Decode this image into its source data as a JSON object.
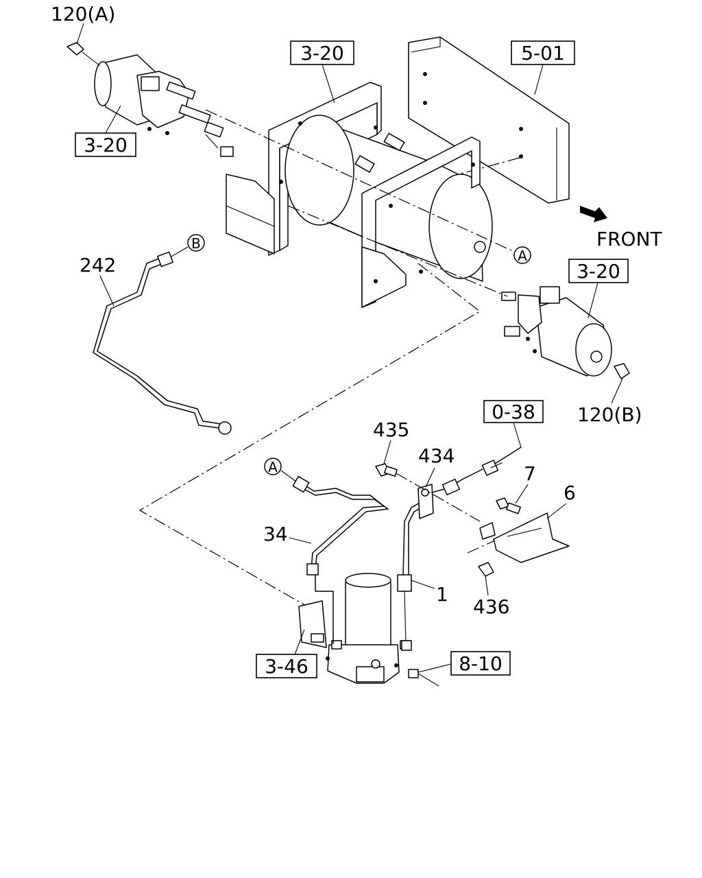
{
  "front_label": "FRONT",
  "callouts": {
    "c120a": "120(A)",
    "c120b": "120(B)",
    "c242": "242",
    "c34": "34",
    "c435": "435",
    "c434": "434",
    "c7": "7",
    "c6": "6",
    "c1": "1",
    "c436": "436"
  },
  "ref_boxes": {
    "r320_top": "3-20",
    "r320_left": "3-20",
    "r320_right": "3-20",
    "r501": "5-01",
    "r038": "0-38",
    "r346": "3-46",
    "r810": "8-10"
  },
  "connectors": {
    "a_upper": "A",
    "b_upper": "B",
    "a_lower": "A"
  }
}
